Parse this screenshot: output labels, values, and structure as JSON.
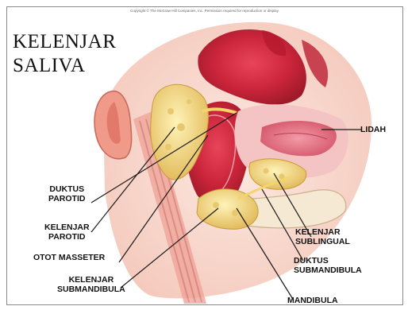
{
  "copyright": "Copyright © The McGraw-Hill Companies, Inc. Permission required for reproduction or display.",
  "title": {
    "line1": "KELENJAR",
    "line2": "SALIVA"
  },
  "labels": {
    "lidah": "LIDAH",
    "duktus_parotid": [
      "DUKTUS",
      "PAROTID"
    ],
    "kelenjar_parotid": [
      "KELENJAR",
      "PAROTID"
    ],
    "otot_masseter": "OTOT MASSETER",
    "kelenjar_submandibula": [
      "KELENJAR",
      "SUBMANDIBULA"
    ],
    "kelenjar_sublingual": [
      "KELENJAR",
      "SUBLINGUAL"
    ],
    "duktus_submandibula": [
      "DUKTUS",
      "SUBMANDIBULA"
    ],
    "mandibula": "MANDIBULA"
  }
}
